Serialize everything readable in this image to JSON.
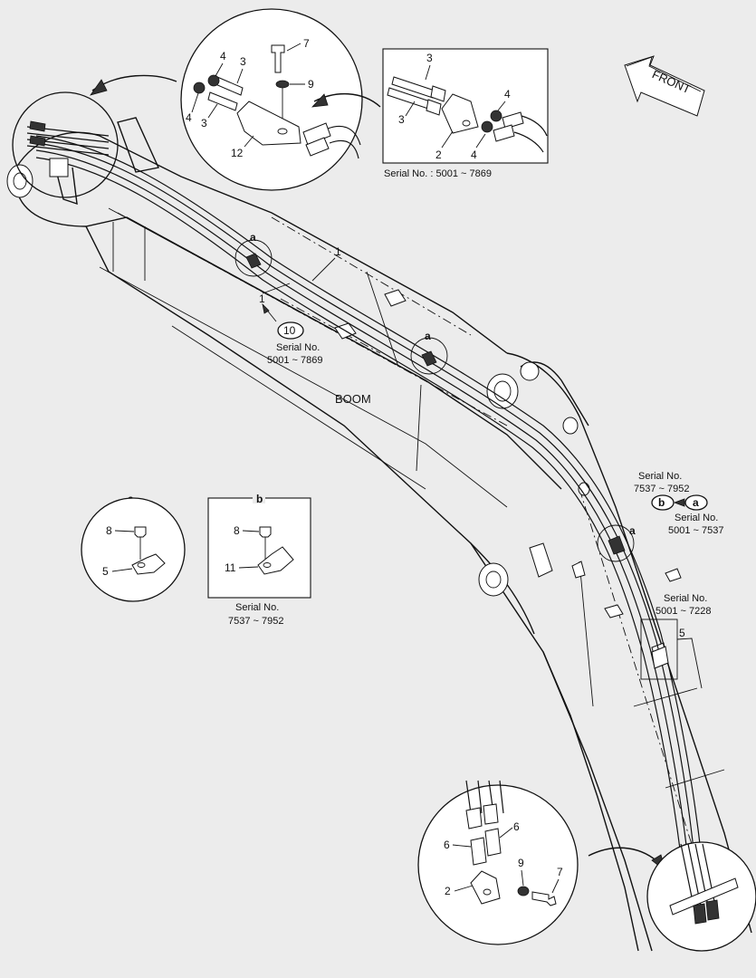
{
  "front_label": "FRONT",
  "boom_label": "BOOM",
  "detail_a_label": "a",
  "detail_b_label": "b",
  "parts": {
    "p1": "1",
    "p2": "2",
    "p3": "3",
    "p4": "4",
    "p5": "5",
    "p6": "6",
    "p7": "7",
    "p8": "8",
    "p9": "9",
    "p10": "10",
    "p11": "11",
    "p12": "12"
  },
  "serials": {
    "top_box": "Serial No. : 5001 ~ 7869",
    "mid_line1": "Serial No.",
    "mid_line2": "5001 ~ 7869",
    "b_box_line1": "Serial No.",
    "b_box_line2": "7537 ~ 7952",
    "right_b_line1": "Serial No.",
    "right_b_line2": "7537 ~ 7952",
    "right_a_line1": "Serial No.",
    "right_a_line2": "5001 ~ 7537",
    "right_low_line1": "Serial No.",
    "right_low_line2": "5001 ~ 7228"
  },
  "colors": {
    "line": "#111111",
    "background": "#ececec",
    "panel": "#ffffff"
  }
}
